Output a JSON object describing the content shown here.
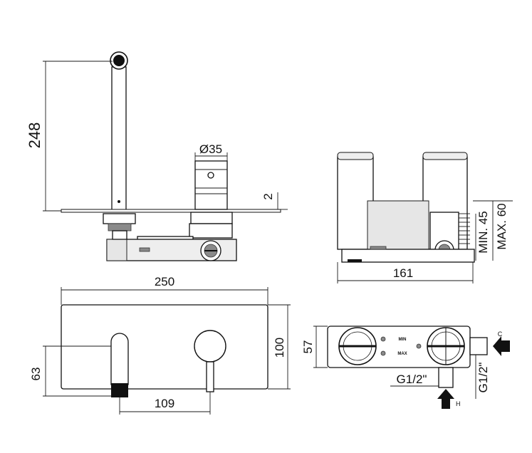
{
  "dimensions": {
    "spout_height": "248",
    "handle_diameter": "Ø35",
    "plate_thickness": "2",
    "plate_width": "250",
    "side_width": "161",
    "min_depth": "MIN. 45",
    "max_depth": "MAX. 60",
    "plate_height": "100",
    "spout_offset": "63",
    "handle_distance": "109",
    "body_depth": "57",
    "inlet_thread_1": "G1/2\"",
    "inlet_thread_2": "G1/2\""
  },
  "markings": {
    "min": "MIN",
    "max": "MAX",
    "cold": "C",
    "hot": "H"
  }
}
